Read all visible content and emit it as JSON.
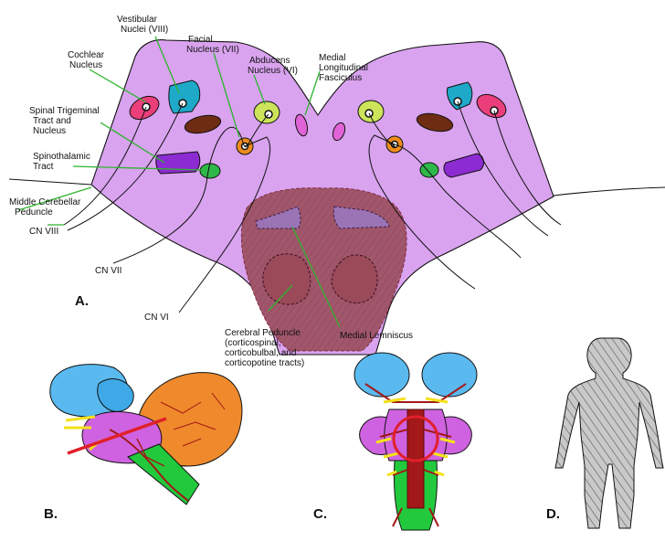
{
  "panel_labels": {
    "a": "A.",
    "b": "B.",
    "c": "C.",
    "d": "D."
  },
  "labels": {
    "vestibular": [
      "Vestibular",
      "Nuclei (VIII)"
    ],
    "facial": [
      "Facial",
      "Nucleus (VII)"
    ],
    "abducens": [
      "Abducens",
      "Nucleus (VI)"
    ],
    "mlf": [
      "Medial",
      "Longitudinal",
      "Fasciculus"
    ],
    "cochlear": [
      "Cochlear",
      "Nucleus"
    ],
    "spinal_trigeminal": [
      "Spinal Trigeminal",
      "Tract and",
      "Nucleus"
    ],
    "spinothalamic": [
      "Spinothalamic",
      "Tract"
    ],
    "mcp": [
      "Middle Cerebellar",
      "Peduncle"
    ],
    "cn8": "CN VIII",
    "cn7": "CN VII",
    "cn6": "CN VI",
    "cerebral_peduncle": [
      "Cerebral Peduncle",
      "(corticospinal,",
      "corticobulbal, and",
      "corticopotine tracts)"
    ],
    "medial_lemniscus": "Medial Lemniscus"
  },
  "colors": {
    "pons": "#d9a3ef",
    "vestibular": "#1fa9c9",
    "cochlear": "#ea3f7b",
    "facial": "#ee8c1c",
    "abducens": "#cde45a",
    "mlf": "#e063d8",
    "trigeminal": "#8c2bd1",
    "trigeminal_brown": "#6e2c12",
    "spinothalamic": "#2fb84a",
    "basilar": "#a0566b",
    "leaders": "#2db52d",
    "cerebellum": "#ef8a2c",
    "midbrain": "#3fa9e8",
    "medulla": "#22c93d",
    "vessels": "#a31818",
    "nerves": "#f4e21a"
  },
  "icons": {
    "body_figure": "hatched-human-body-icon"
  }
}
